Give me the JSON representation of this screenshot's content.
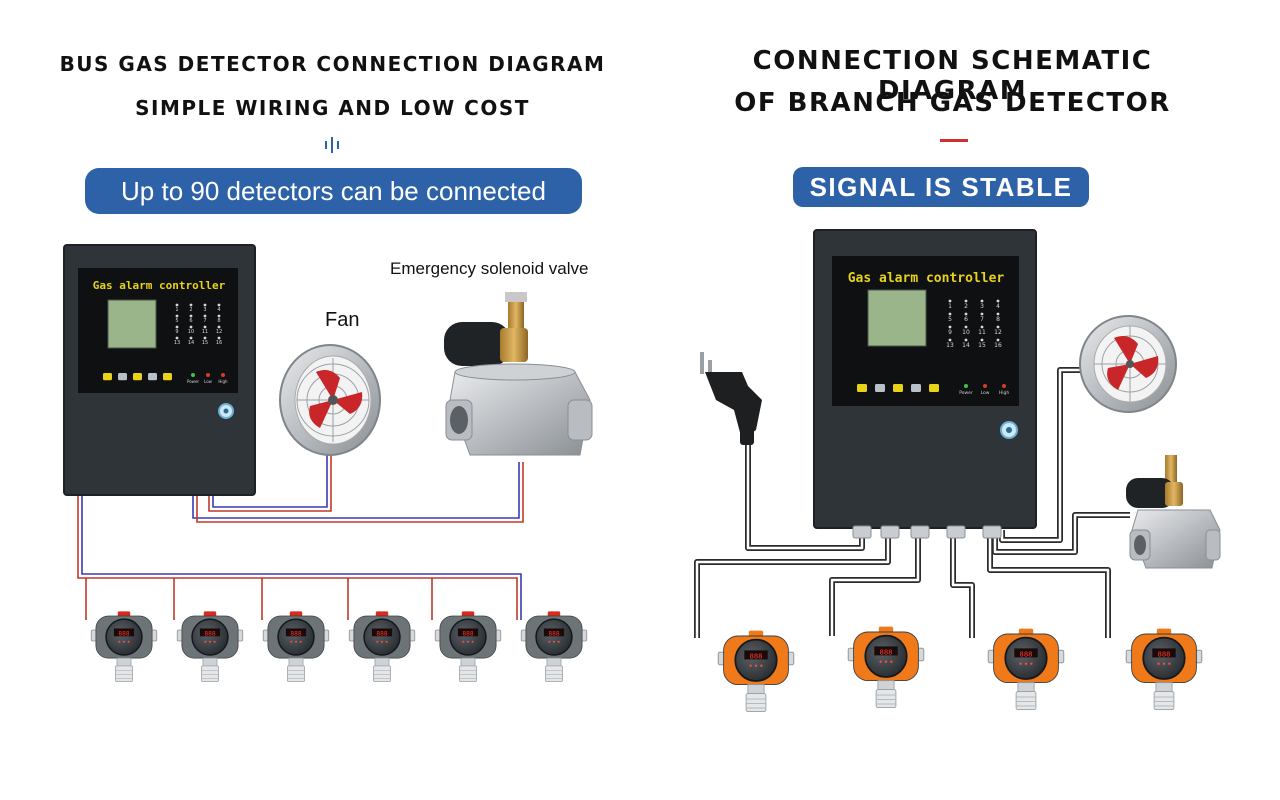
{
  "left": {
    "title_line1": "BUS GAS DETECTOR CONNECTION DIAGRAM",
    "title_line2": "SIMPLE WIRING AND LOW COST",
    "pill_text": "Up to 90 detectors can be connected",
    "fan_label": "Fan",
    "valve_label": "Emergency solenoid valve",
    "controller_title": "Gas alarm controller",
    "detector_count": 6
  },
  "right": {
    "title_line1": "CONNECTION SCHEMATIC DIAGRAM",
    "title_line2": "OF BRANCH GAS DETECTOR",
    "pill_text": "SIGNAL IS STABLE",
    "controller_title": "Gas alarm controller",
    "detector_count": 4
  },
  "controller": {
    "channel_numbers": [
      "1",
      "2",
      "3",
      "4",
      "5",
      "6",
      "7",
      "8",
      "9",
      "10",
      "11",
      "12",
      "13",
      "14",
      "15",
      "16"
    ],
    "led_labels": [
      "Power",
      "Low",
      "High"
    ]
  },
  "colors": {
    "accent_blue": "#2e62a8",
    "accent_red": "#d0312d",
    "controller_body": "#2f3439",
    "display_yellow": "#e8d21a",
    "detector_grey": "#6d7478",
    "detector_orange": "#f07a1a",
    "cap_red": "#d82a1e"
  }
}
